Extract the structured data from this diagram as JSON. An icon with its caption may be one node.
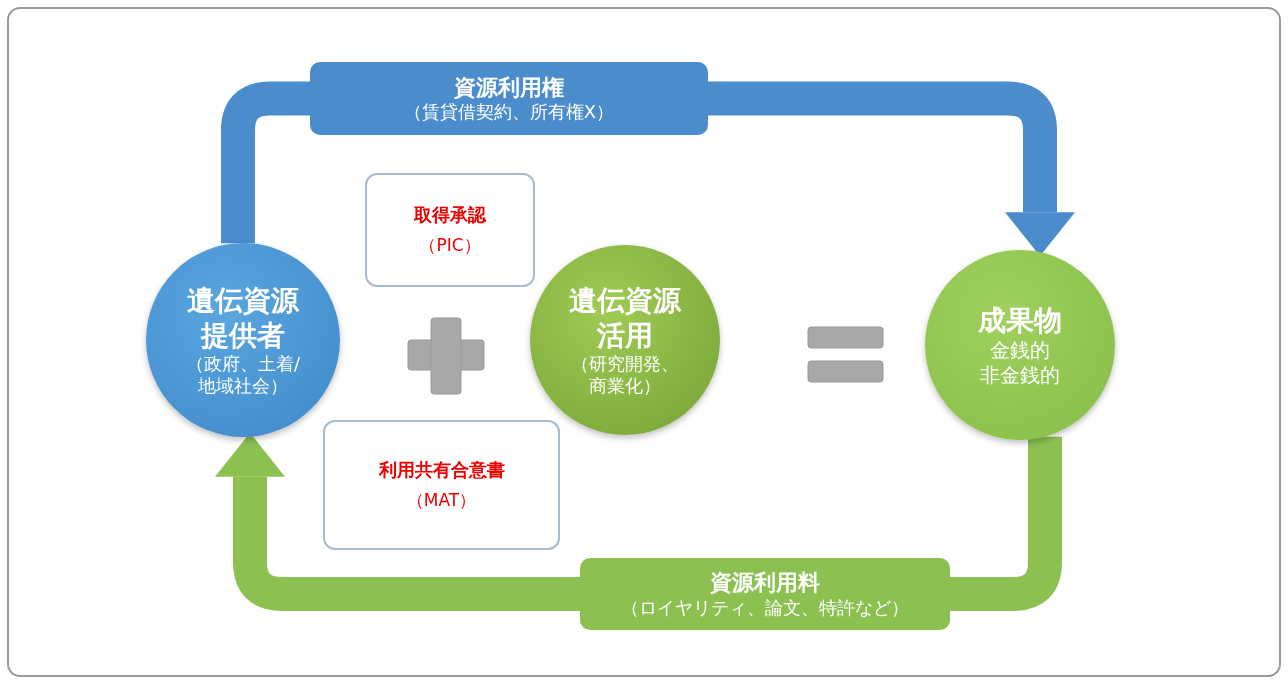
{
  "diagram": {
    "nodes": [
      {
        "text": [
          "遺伝資源提供者",
          "（政府、土着/地域社会）"
        ]
      },
      {
        "text": [
          "取得承認",
          "（PIC）"
        ]
      },
      {
        "text": [
          "遺伝資源活用",
          "（研究開発、商業化）"
        ]
      },
      {
        "text": [
          "利用共有合意書",
          "（MAT）"
        ]
      },
      {
        "text": [
          "成果物",
          "金銭的",
          "非金銭的"
        ]
      },
      {
        "text": [
          "資源利用権",
          "（賃貸借契約、所有権X）"
        ]
      },
      {
        "text": [
          "資源利用料",
          "（ロイヤリティ、論文、特許など）"
        ]
      }
    ],
    "edges": [
      {
        "from": 0,
        "to": 5,
        "arrow": "none",
        "color": "#4a8ccc"
      },
      {
        "from": 5,
        "to": 4,
        "arrow": "to",
        "color": "#4a8ccc"
      },
      {
        "from": 4,
        "to": 6,
        "arrow": "none",
        "color": "#8cc152"
      },
      {
        "from": 6,
        "to": 0,
        "arrow": "to",
        "color": "#8cc152"
      }
    ]
  }
}
